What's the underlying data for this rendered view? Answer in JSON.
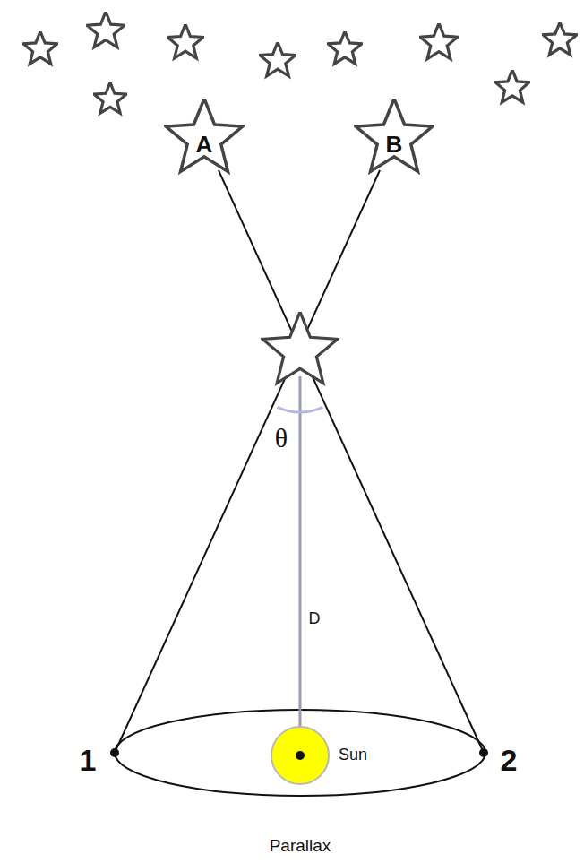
{
  "diagram": {
    "nodes": [
      {
        "text": [
          "A"
        ]
      },
      {
        "text": [
          "B"
        ]
      },
      {
        "text": [
          "Sun"
        ]
      }
    ],
    "labels": [
      "θ",
      "D",
      "1",
      "2",
      "Parallax"
    ]
  }
}
